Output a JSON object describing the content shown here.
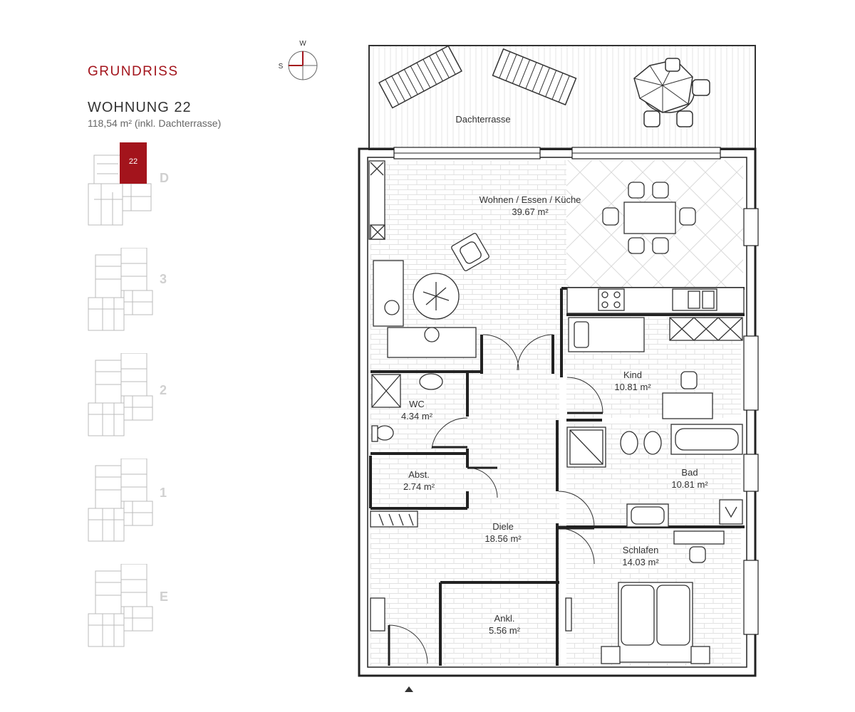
{
  "header": {
    "heading": "GRUNDRISS",
    "unit_title": "WOHNUNG 22",
    "unit_area": "118,54 m² (inkl. Dachterrasse)"
  },
  "floor_selector": {
    "highlight_unit": "22",
    "floors": [
      "D",
      "3",
      "2",
      "1",
      "E"
    ],
    "highlight_color": "#a3141c"
  },
  "compass": {
    "west": "W",
    "south": "S",
    "accent_color": "#a3141c"
  },
  "rooms": {
    "dachterrasse": {
      "name": "Dachterrasse"
    },
    "wohnen": {
      "name": "Wohnen / Essen / Küche",
      "area": "39.67 m²"
    },
    "kind": {
      "name": "Kind",
      "area": "10.81 m²"
    },
    "wc": {
      "name": "WC",
      "area": "4.34 m²"
    },
    "abst": {
      "name": "Abst.",
      "area": "2.74 m²"
    },
    "bad": {
      "name": "Bad",
      "area": "10.81 m²"
    },
    "diele": {
      "name": "Diele",
      "area": "18.56 m²"
    },
    "schlafen": {
      "name": "Schlafen",
      "area": "14.03 m²"
    },
    "ankl": {
      "name": "Ankl.",
      "area": "5.56 m²"
    }
  }
}
